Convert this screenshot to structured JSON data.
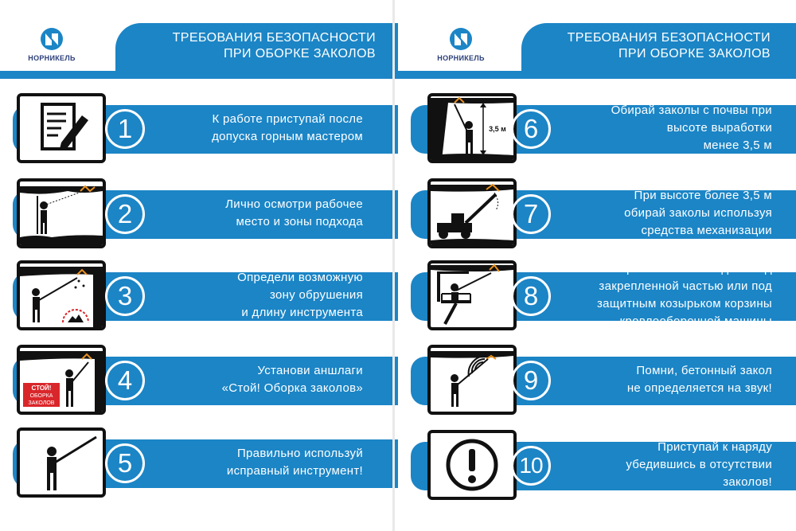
{
  "brand": {
    "name": "НОРНИКЕЛЬ",
    "logo_color": "#1b85c6",
    "text_color": "#2b3f7a"
  },
  "accent_color": "#1b85c6",
  "pages": [
    {
      "title_lines": [
        "ТРЕБОВАНИЯ БЕЗОПАСНОСТИ",
        "ПРИ ОБОРКЕ ЗАКОЛОВ"
      ],
      "items": [
        {
          "number": "1",
          "icon": "document-pen-icon",
          "lines": [
            "К работе приступай после",
            "допуска горным мастером"
          ]
        },
        {
          "number": "2",
          "icon": "miner-inspecting-roof-icon",
          "lines": [
            "Лично осмотри рабочее",
            "место  и  зоны  подхода"
          ]
        },
        {
          "number": "3",
          "icon": "miner-collapse-zone-icon",
          "lines": [
            "Определи возможную",
            "зону обрушения",
            "и длину инструмента"
          ]
        },
        {
          "number": "4",
          "icon": "miner-warning-sign-icon",
          "sign_lines": [
            "СТОЙ!",
            "ОБОРКА",
            "ЗАКОЛОВ"
          ],
          "lines": [
            "Установи аншлаги",
            "«Стой! Оборка заколов»"
          ]
        },
        {
          "number": "5",
          "icon": "miner-with-bar-icon",
          "lines": [
            "Правильно используй",
            "исправный инструмент!"
          ]
        }
      ]
    },
    {
      "title_lines": [
        "ТРЕБОВАНИЯ БЕЗОПАСНОСТИ",
        "ПРИ ОБОРКЕ ЗАКОЛОВ"
      ],
      "items": [
        {
          "number": "6",
          "icon": "miner-height-icon",
          "height_label": "3,5 м",
          "lines": [
            "Обирай заколы с почвы при",
            "высоте выработки",
            "менее 3,5 м"
          ]
        },
        {
          "number": "7",
          "icon": "scaling-machine-icon",
          "lines": [
            "При высоте более 3,5 м",
            "обирай заколы используя",
            "средства механизации"
          ]
        },
        {
          "number": "8",
          "icon": "miner-in-basket-icon",
          "lines": [
            "Обирай заколы находясь под",
            "закрепленной частью или под",
            "защитным козырьком корзины",
            "кровлеоборочной машины"
          ]
        },
        {
          "number": "9",
          "icon": "miner-sound-check-icon",
          "lines": [
            "Помни, бетонный закол",
            "не определяется на звук!"
          ]
        },
        {
          "number": "10",
          "icon": "exclamation-icon",
          "lines": [
            "Приступай к наряду",
            "убедившись в отсутствии",
            "заколов!"
          ]
        }
      ]
    }
  ]
}
